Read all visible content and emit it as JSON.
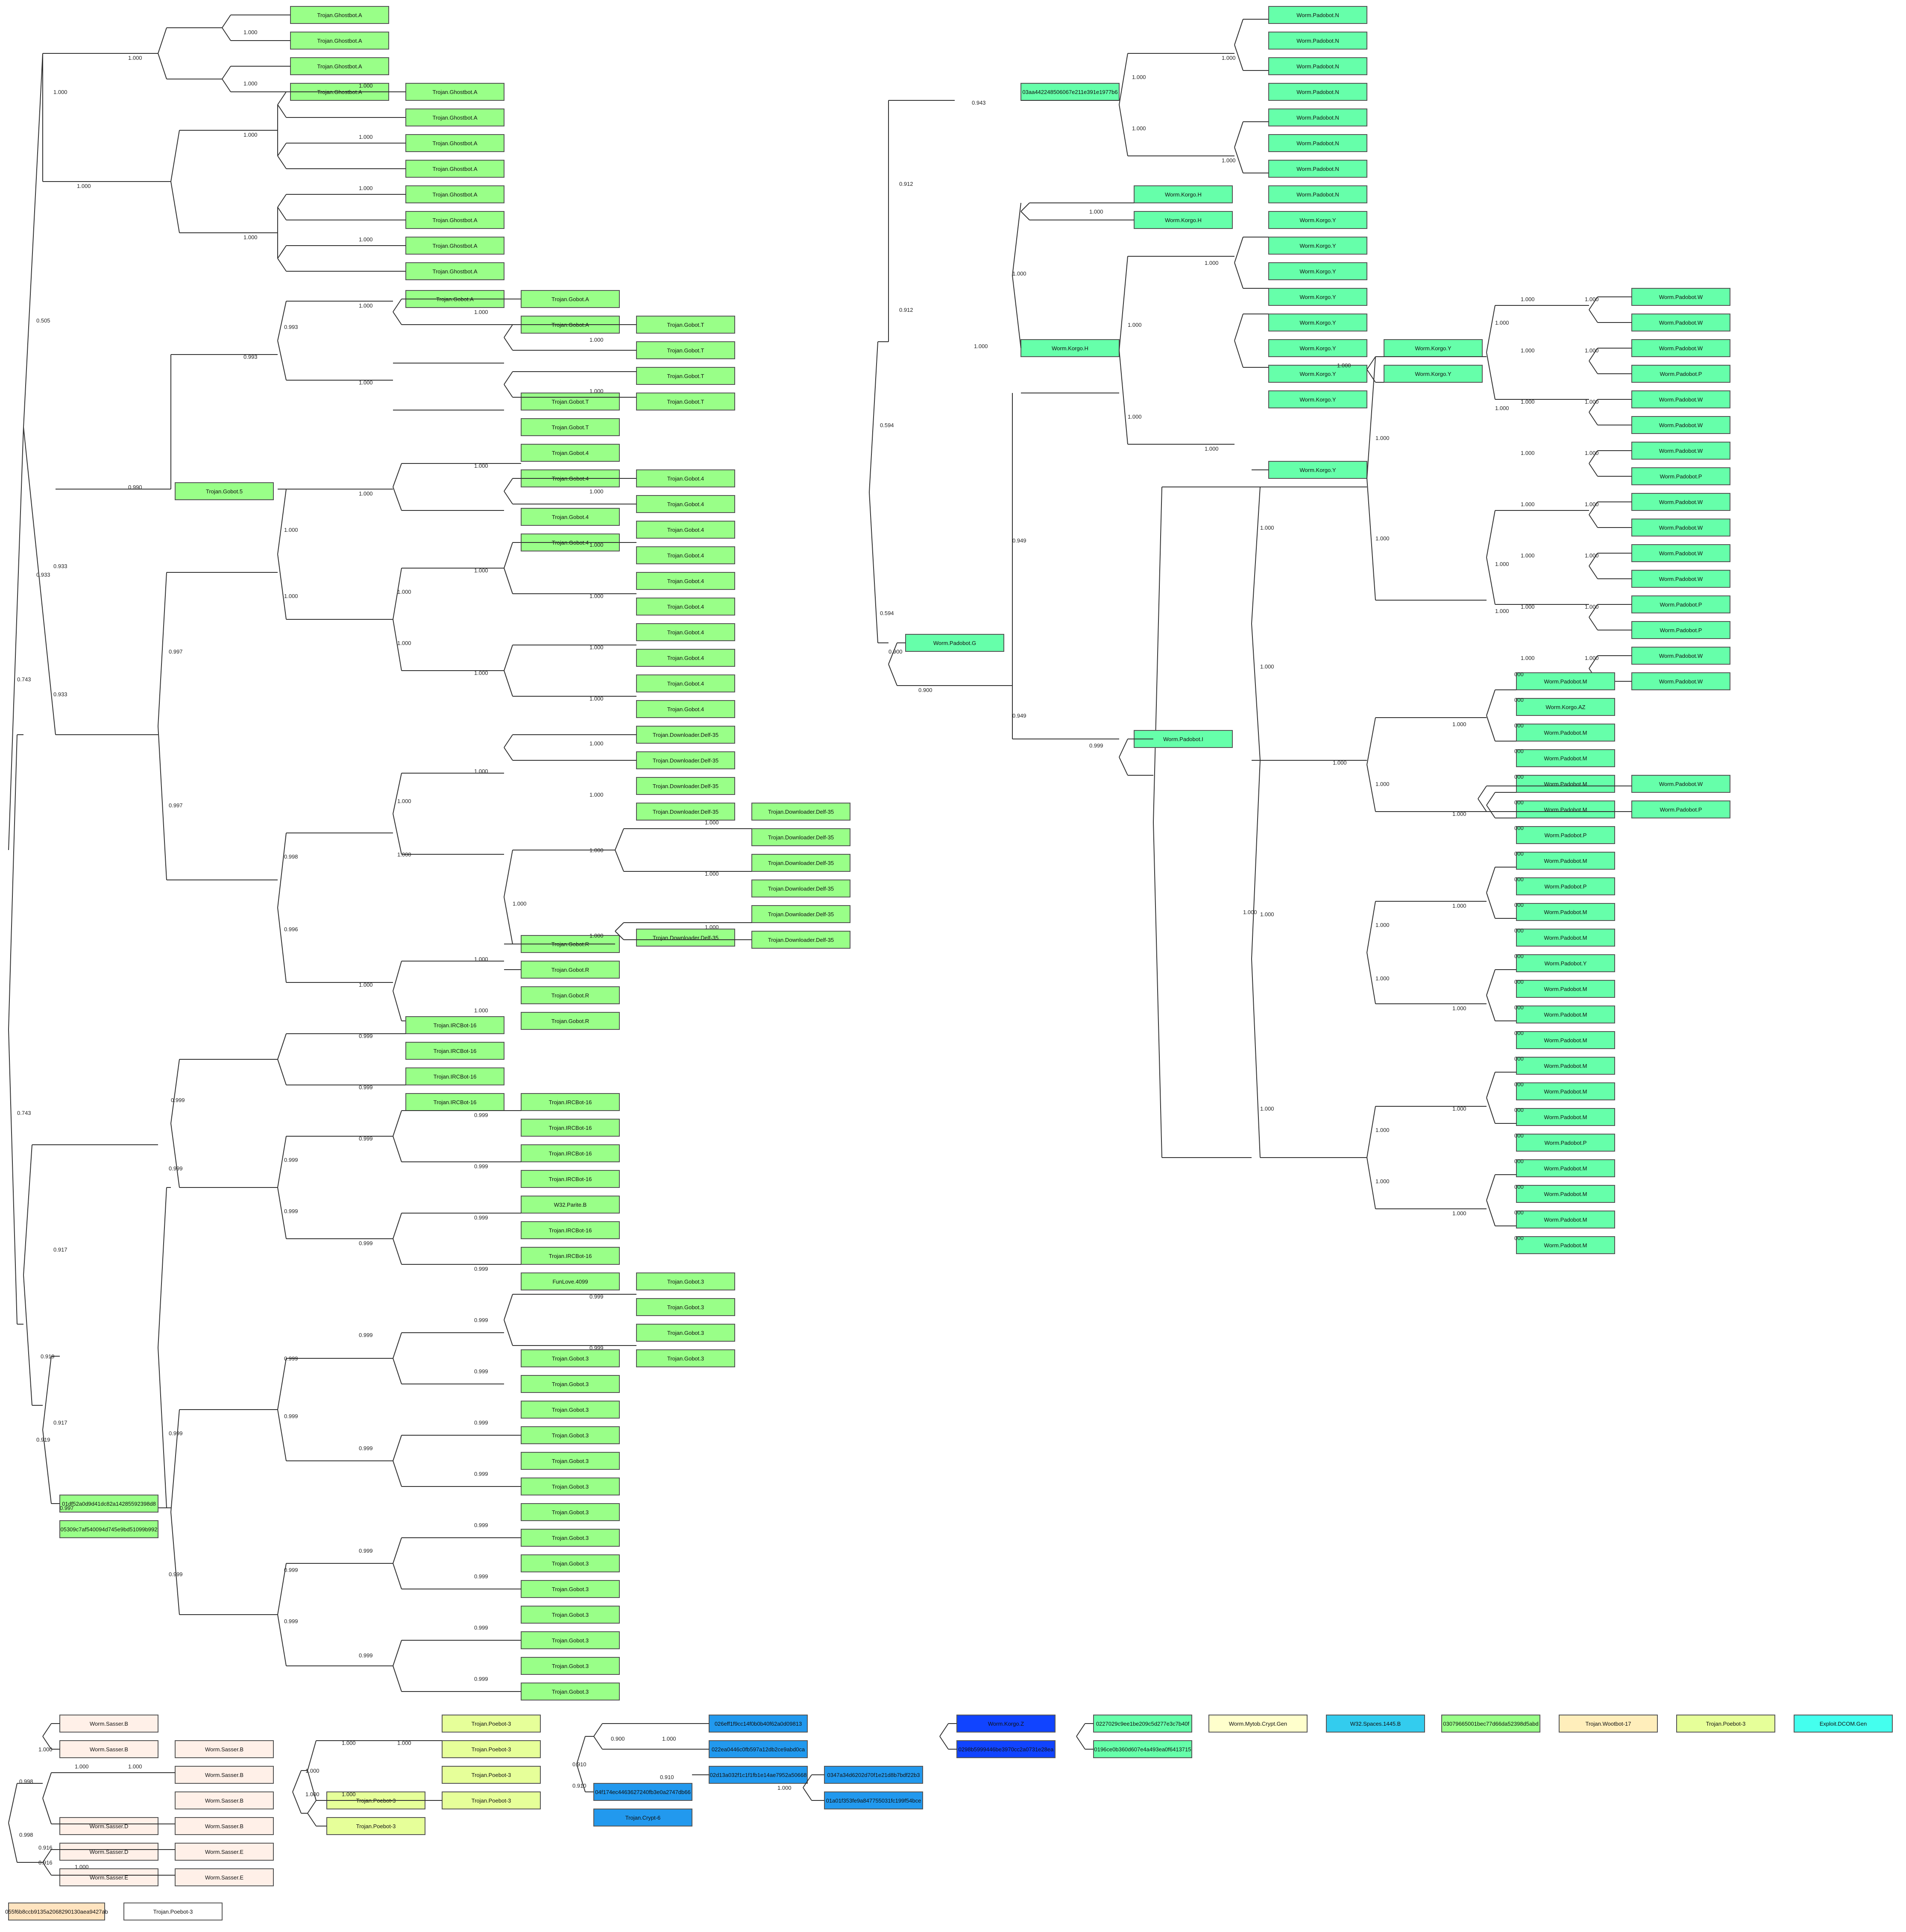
{
  "colors": {
    "trojan": "#99ff88",
    "worm": "#66ffaa",
    "sasser": "#fff0e8",
    "poebot": "#e6ff99",
    "blue": "#2299ee",
    "darkblue": "#1144ff",
    "cyan": "#33ccee",
    "light_yellow": "#ffffcc",
    "wheat": "#ffeebb",
    "exploit": "#44ffee",
    "peach": "#ffe4c0",
    "white": "#ffffff"
  },
  "ghost": {
    "r": "1.000",
    "a": "1.000",
    "b": "1.000",
    "top": [
      "Trojan.Ghostbot.A",
      "Trojan.Ghostbot.A",
      "Trojan.Ghostbot.A",
      "Trojan.Ghostbot.A"
    ],
    "mid": [
      "Trojan.Ghostbot.A",
      "Trojan.Ghostbot.A",
      "Trojan.Ghostbot.A",
      "Trojan.Ghostbot.A",
      "Trojan.Ghostbot.A",
      "Trojan.Ghostbot.A",
      "Trojan.Ghostbot.A",
      "Trojan.Ghostbot.A"
    ],
    "x": "1.000",
    "y": "1.000"
  },
  "gobot": {
    "labels": [
      "0.505",
      "0.933",
      "0.933",
      "0.990",
      "0.993",
      "0.993",
      "0.997",
      "0.997",
      "0.996",
      "0.998",
      "1.000"
    ],
    "g5": "Trojan.Gobot.5",
    "ga": [
      "Trojan.Gobot.A",
      "Trojan.Gobot.A",
      "Trojan.Gobot.A"
    ],
    "gt": [
      "Trojan.Gobot.T",
      "Trojan.Gobot.T",
      "Trojan.Gobot.T",
      "Trojan.Gobot.T",
      "Trojan.Gobot.T",
      "Trojan.Gobot.T"
    ],
    "g4": [
      "Trojan.Gobot.4",
      "Trojan.Gobot.4",
      "Trojan.Gobot.4",
      "Trojan.Gobot.4",
      "Trojan.Gobot.4",
      "Trojan.Gobot.4",
      "Trojan.Gobot.4",
      "Trojan.Gobot.4",
      "Trojan.Gobot.4",
      "Trojan.Gobot.4",
      "Trojan.Gobot.4",
      "Trojan.Gobot.4",
      "Trojan.Gobot.4",
      "Trojan.Gobot.4"
    ],
    "dl": [
      "Trojan.Downloader.Delf-35",
      "Trojan.Downloader.Delf-35",
      "Trojan.Downloader.Delf-35",
      "Trojan.Downloader.Delf-35",
      "Trojan.Downloader.Delf-35",
      "Trojan.Downloader.Delf-35",
      "Trojan.Downloader.Delf-35",
      "Trojan.Downloader.Delf-35",
      "Trojan.Downloader.Delf-35",
      "Trojan.Downloader.Delf-35"
    ],
    "gr": [
      "Trojan.Gobot.R",
      "Trojan.Gobot.R",
      "Trojan.Gobot.R",
      "Trojan.Gobot.R"
    ]
  },
  "irc": {
    "labels": [
      "0.743",
      "0.743",
      "0.917",
      "0.917",
      "0.919",
      "0.919",
      "0.999",
      "0.999"
    ],
    "items": [
      "Trojan.IRCBot-16",
      "Trojan.IRCBot-16",
      "Trojan.IRCBot-16",
      "Trojan.IRCBot-16",
      "Trojan.IRCBot-16",
      "Trojan.IRCBot-16",
      "Trojan.IRCBot-16",
      "Trojan.IRCBot-16",
      "W32.Parite.B",
      "Trojan.IRCBot-16",
      "Trojan.IRCBot-16",
      "FunLove.4099"
    ],
    "g3": [
      "Trojan.Gobot.3",
      "Trojan.Gobot.3",
      "Trojan.Gobot.3",
      "Trojan.Gobot.3",
      "Trojan.Gobot.3",
      "Trojan.Gobot.3",
      "Trojan.Gobot.3",
      "Trojan.Gobot.3",
      "Trojan.Gobot.3",
      "Trojan.Gobot.3",
      "Trojan.Gobot.3",
      "Trojan.Gobot.3",
      "Trojan.Gobot.3",
      "Trojan.Gobot.3",
      "Trojan.Gobot.3",
      "Trojan.Gobot.3",
      "Trojan.Gobot.3",
      "Trojan.Gobot.3",
      "Trojan.Gobot.3",
      "Trojan.Gobot.3",
      "Trojan.Gobot.3",
      "Trojan.Gobot.3",
      "Trojan.Gobot.3"
    ],
    "hashA": "01df52a0d9d41dc82a14285592398d8",
    "hashB": "05309c7af540094d745e9bd51099b992",
    "hashlbl": "0.997"
  },
  "worm": {
    "labels": [
      "0.943",
      "0.912",
      "0.912",
      "0.594",
      "0.594",
      "0.900",
      "0.900",
      "0.949",
      "0.949",
      "0.999"
    ],
    "hash": "03aa442248506067e211e391e1977b6",
    "padn": [
      "Worm.Padobot.N",
      "Worm.Padobot.N",
      "Worm.Padobot.N",
      "Worm.Padobot.N",
      "Worm.Padobot.N",
      "Worm.Padobot.N",
      "Worm.Padobot.N",
      "Worm.Padobot.N"
    ],
    "korgoH": [
      "Worm.Korgo.H",
      "Worm.Korgo.H",
      "Worm.Korgo.H"
    ],
    "korgoY": [
      "Worm.Korgo.Y",
      "Worm.Korgo.Y",
      "Worm.Korgo.Y",
      "Worm.Korgo.Y",
      "Worm.Korgo.Y",
      "Worm.Korgo.Y",
      "Worm.Korgo.Y",
      "Worm.Korgo.Y",
      "Worm.Korgo.Y"
    ],
    "padG": "Worm.Padobot.G",
    "padI": "Worm.Padobot.I",
    "padWP": [
      "Worm.Padobot.W",
      "Worm.Padobot.W",
      "Worm.Padobot.W",
      "Worm.Padobot.P",
      "Worm.Padobot.W",
      "Worm.Padobot.W",
      "Worm.Padobot.W",
      "Worm.Padobot.P",
      "Worm.Padobot.W",
      "Worm.Padobot.W",
      "Worm.Padobot.W",
      "Worm.Padobot.W",
      "Worm.Padobot.P",
      "Worm.Padobot.P",
      "Worm.Padobot.W",
      "Worm.Padobot.W"
    ],
    "padM": [
      "Worm.Padobot.M",
      "Worm.Korgo.AZ",
      "Worm.Padobot.M",
      "Worm.Padobot.M",
      "Worm.Padobot.M",
      "Worm.Padobot.M",
      "Worm.Padobot.P",
      "Worm.Padobot.M",
      "Worm.Padobot.P",
      "Worm.Padobot.M",
      "Worm.Padobot.M",
      "Worm.Padobot.Y",
      "Worm.Padobot.M",
      "Worm.Padobot.M",
      "Worm.Padobot.M",
      "Worm.Padobot.M",
      "Worm.Padobot.M",
      "Worm.Padobot.M",
      "Worm.Padobot.P",
      "Worm.Padobot.M",
      "Worm.Padobot.M",
      "Worm.Padobot.M",
      "Worm.Padobot.M"
    ],
    "padMx": [
      "Worm.Padobot.W",
      "Worm.Padobot.P"
    ],
    "one": "1.000",
    "small": "000"
  },
  "bottom": {
    "sasser": [
      "Worm.Sasser.B",
      "Worm.Sasser.B",
      "Worm.Sasser.B",
      "Worm.Sasser.B",
      "Worm.Sasser.B",
      "Worm.Sasser.B",
      "Worm.Sasser.D",
      "Worm.Sasser.D",
      "Worm.Sasser.E",
      "Worm.Sasser.E",
      "Worm.Sasser.E"
    ],
    "sasserLbl": [
      "0.998",
      "0.998",
      "0.916",
      "0.916"
    ],
    "poebot": [
      "Trojan.Poebot-3",
      "Trojan.Poebot-3",
      "Trojan.Poebot-3",
      "Trojan.Poebot-3",
      "Trojan.Poebot-3",
      "Trojan.Poebot-3"
    ],
    "blue": [
      "026eff1f9cc14f0b0b40f62a0d09813",
      "022ea0446c0fb597a12db2ce9abd0ca",
      "02d13a032f1c1f1fb1e14ae7952a50668",
      "04f174ec4463627240fb3e0a2747db66",
      "Trojan.Crypt-6",
      "0347a34d6202d70f1e21d8b7bdf22b3",
      "01a01f353fe9a847755031fc199f54bce"
    ],
    "blueLbl": [
      "0.900",
      "0.910",
      "0.910",
      "0.910",
      "0.910"
    ],
    "korgo": [
      "Worm.Korgo.Z",
      "0298b5999446be3970cc2a0731e28ea"
    ],
    "teal": [
      "0227029c9ee1be209c5d277e3c7b40f",
      "0196ce0b360d607e4a493ea0f6413715"
    ],
    "legend": [
      "Worm.Mytob.Crypt.Gen",
      "W32.Spaces.1445.B",
      "03079665001bec77d66da52398d5abd",
      "Trojan.Wootbot-17",
      "Trojan.Poebot-3",
      "Exploit.DCOM.Gen"
    ],
    "corner": [
      "055f6b8ccb9135a2068290130aea9427ab",
      "Trojan.Poebot-3"
    ]
  }
}
